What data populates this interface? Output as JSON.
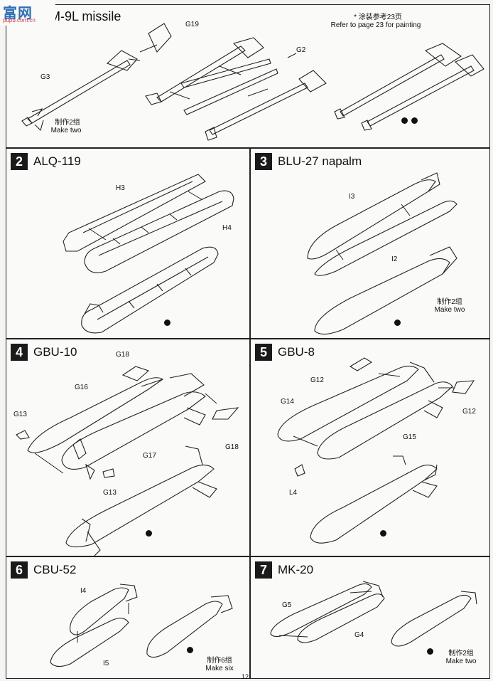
{
  "logo": {
    "text": "富网",
    "sub": "pupu.com.cn"
  },
  "panel1": {
    "title": "AIM-9L missile",
    "note_cn": "* 涂装参考23页",
    "note_en": "Refer to page 23 for painting",
    "labels": {
      "g19": "G19",
      "g2": "G2",
      "g3": "G3"
    },
    "make_cn": "制作2组",
    "make_en": "Make two"
  },
  "panel2": {
    "number": "2",
    "title": "ALQ-119",
    "labels": {
      "h3": "H3",
      "h4": "H4"
    }
  },
  "panel3": {
    "number": "3",
    "title": "BLU-27 napalm",
    "labels": {
      "i3": "I3",
      "i2": "I2"
    },
    "make_cn": "制作2组",
    "make_en": "Make two"
  },
  "panel4": {
    "number": "4",
    "title": "GBU-10",
    "labels": {
      "g18a": "G18",
      "g16": "G16",
      "g13a": "G13",
      "g17": "G17",
      "g18b": "G18",
      "g13b": "G13"
    }
  },
  "panel5": {
    "number": "5",
    "title": "GBU-8",
    "labels": {
      "g12a": "G12",
      "g14": "G14",
      "g12b": "G12",
      "g15": "G15",
      "l4": "L4"
    }
  },
  "panel6": {
    "number": "6",
    "title": "CBU-52",
    "labels": {
      "i4": "I4",
      "i5": "I5"
    },
    "make_cn": "制作6组",
    "make_en": "Make six"
  },
  "panel7": {
    "number": "7",
    "title": "MK-20",
    "labels": {
      "g5": "G5",
      "g4": "G4"
    },
    "make_cn": "制作2组",
    "make_en": "Make two"
  },
  "page_number": "12"
}
